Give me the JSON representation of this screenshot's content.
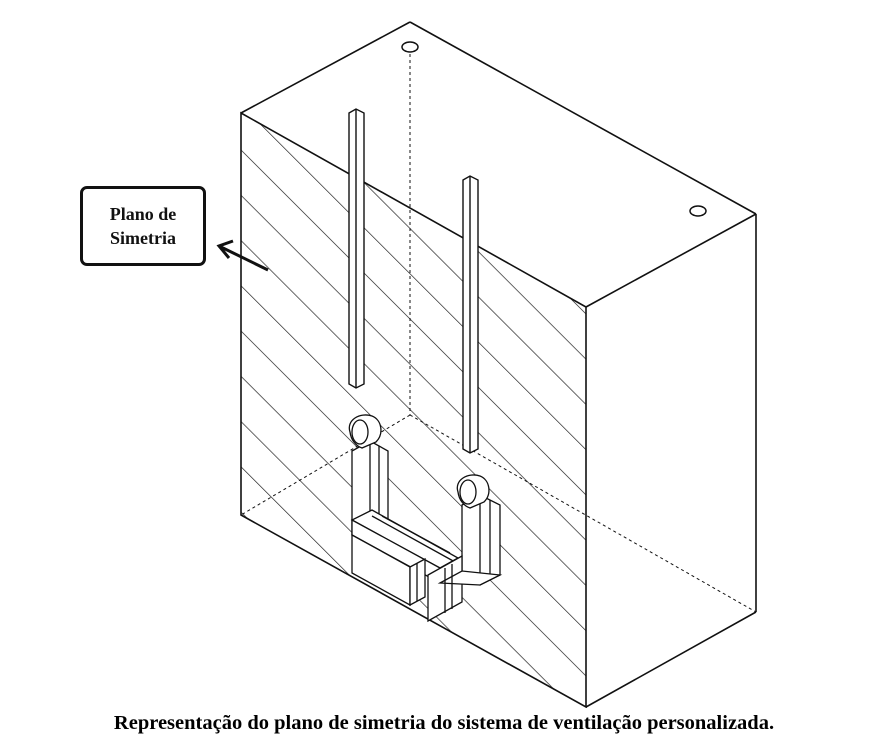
{
  "callout": {
    "line1": "Plano de",
    "line2": "Simetria"
  },
  "caption": "Representação do plano de simetria do sistema de ventilação personalizada.",
  "colors": {
    "line": "#111111",
    "background": "#ffffff"
  }
}
